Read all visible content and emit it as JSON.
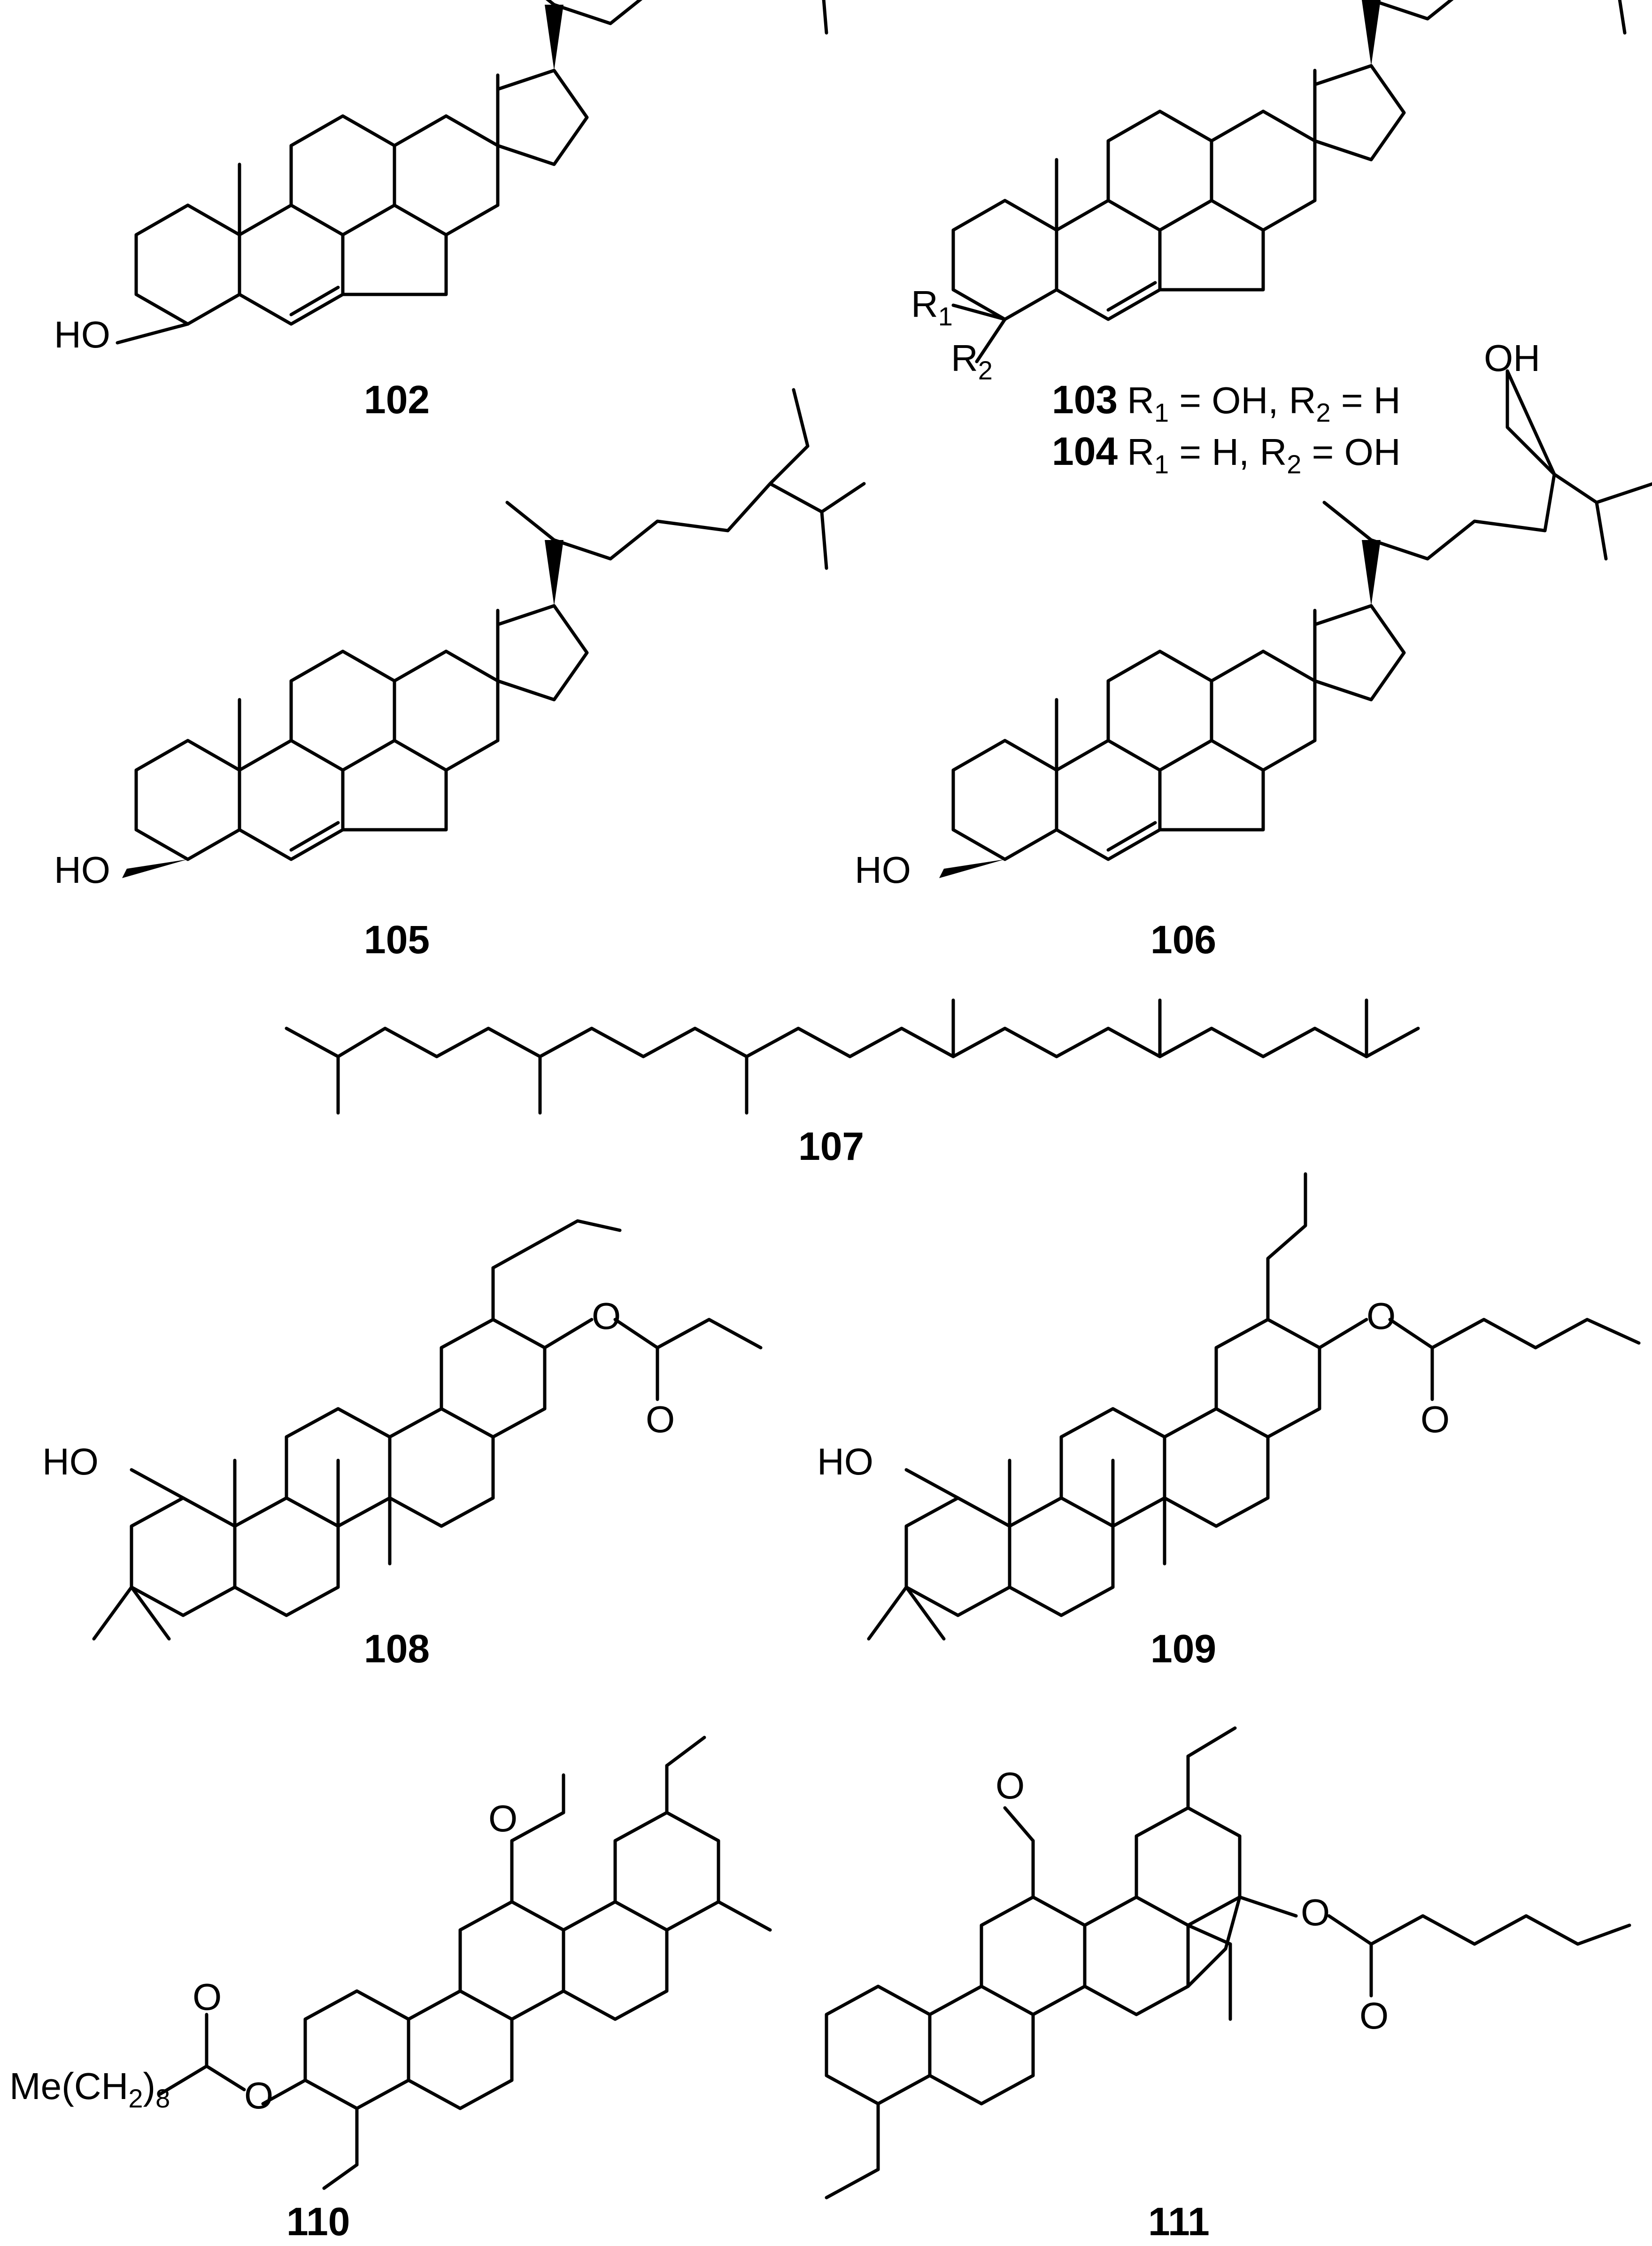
{
  "compounds": [
    {
      "id": "102"
    },
    {
      "id": "103",
      "caption": {
        "r1_label": "R",
        "r1_sub": "1",
        "r1_val": " = OH, ",
        "r2_label": "R",
        "r2_sub": "2",
        "r2_val": " = H"
      }
    },
    {
      "id": "104",
      "caption": {
        "r1_label": "R",
        "r1_sub": "1",
        "r1_val": " = H, ",
        "r2_label": "R",
        "r2_sub": "2",
        "r2_val": " = OH"
      }
    },
    {
      "id": "105"
    },
    {
      "id": "106"
    },
    {
      "id": "107"
    },
    {
      "id": "108"
    },
    {
      "id": "109"
    },
    {
      "id": "110"
    },
    {
      "id": "111"
    }
  ],
  "atoms": {
    "ho": "HO",
    "oh": "OH",
    "o": "O",
    "r": "R",
    "sub1": "1",
    "sub2": "2",
    "mech": "Me(CH",
    "mech_sub": "2",
    "mech_tail": ")",
    "mech_n": "8"
  }
}
